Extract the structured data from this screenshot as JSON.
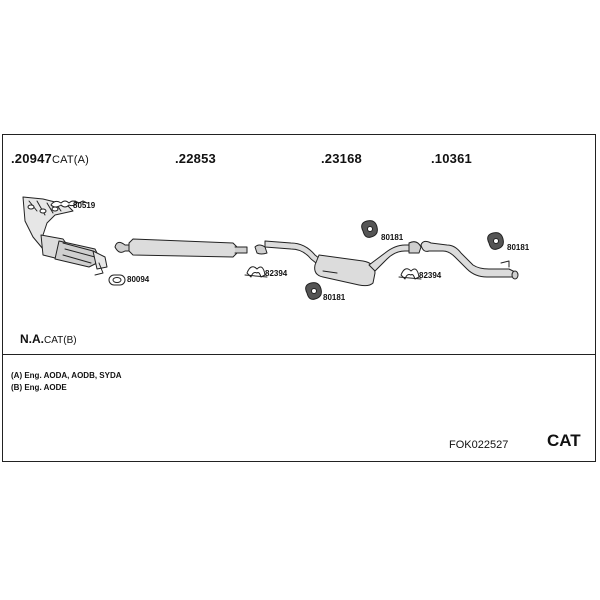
{
  "parts": [
    {
      "number": ".20947",
      "suffix": "CAT(A)"
    },
    {
      "number": ".22853",
      "suffix": ""
    },
    {
      "number": ".23168",
      "suffix": ""
    },
    {
      "number": ".10361",
      "suffix": ""
    }
  ],
  "refs": {
    "r80519": "80519",
    "r80094": "80094",
    "r82394a": "82394",
    "r80181a": "80181",
    "r80181b": "80181",
    "r82394b": "82394",
    "r80181c": "80181"
  },
  "na": {
    "number": "N.A.",
    "suffix": "CAT(B)"
  },
  "notes": {
    "a": "(A) Eng. AODA, AODB, SYDA",
    "b": "(B) Eng. AODE"
  },
  "code": "FOK022527",
  "cat_label": "CAT",
  "colors": {
    "line": "#222222",
    "fill": "#dcdcdc"
  }
}
